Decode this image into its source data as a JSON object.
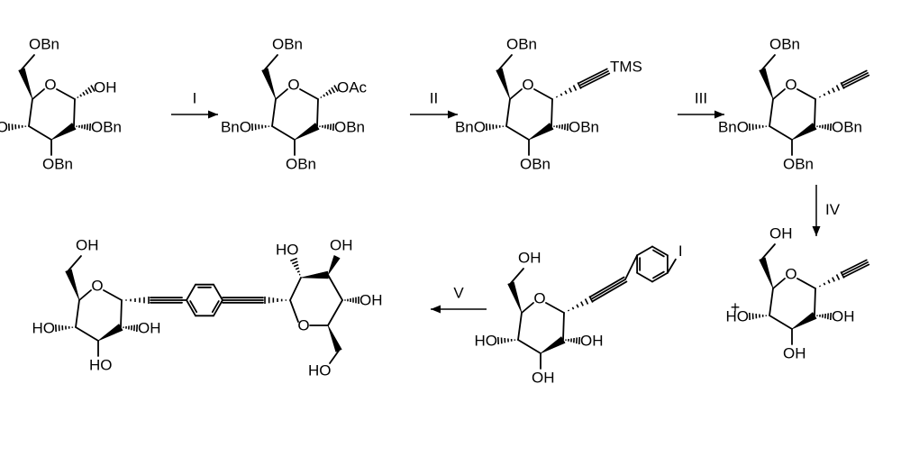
{
  "reagents": {
    "step1": "I",
    "step2": "II",
    "step3": "III",
    "step4": "IV",
    "step5": "V"
  },
  "plus": "+",
  "labels": {
    "obn": "OBn",
    "bno": "BnO",
    "oh": "OH",
    "ho": "HO",
    "oac": "OAc",
    "tms": "TMS",
    "o": "O",
    "iodo": "I"
  }
}
